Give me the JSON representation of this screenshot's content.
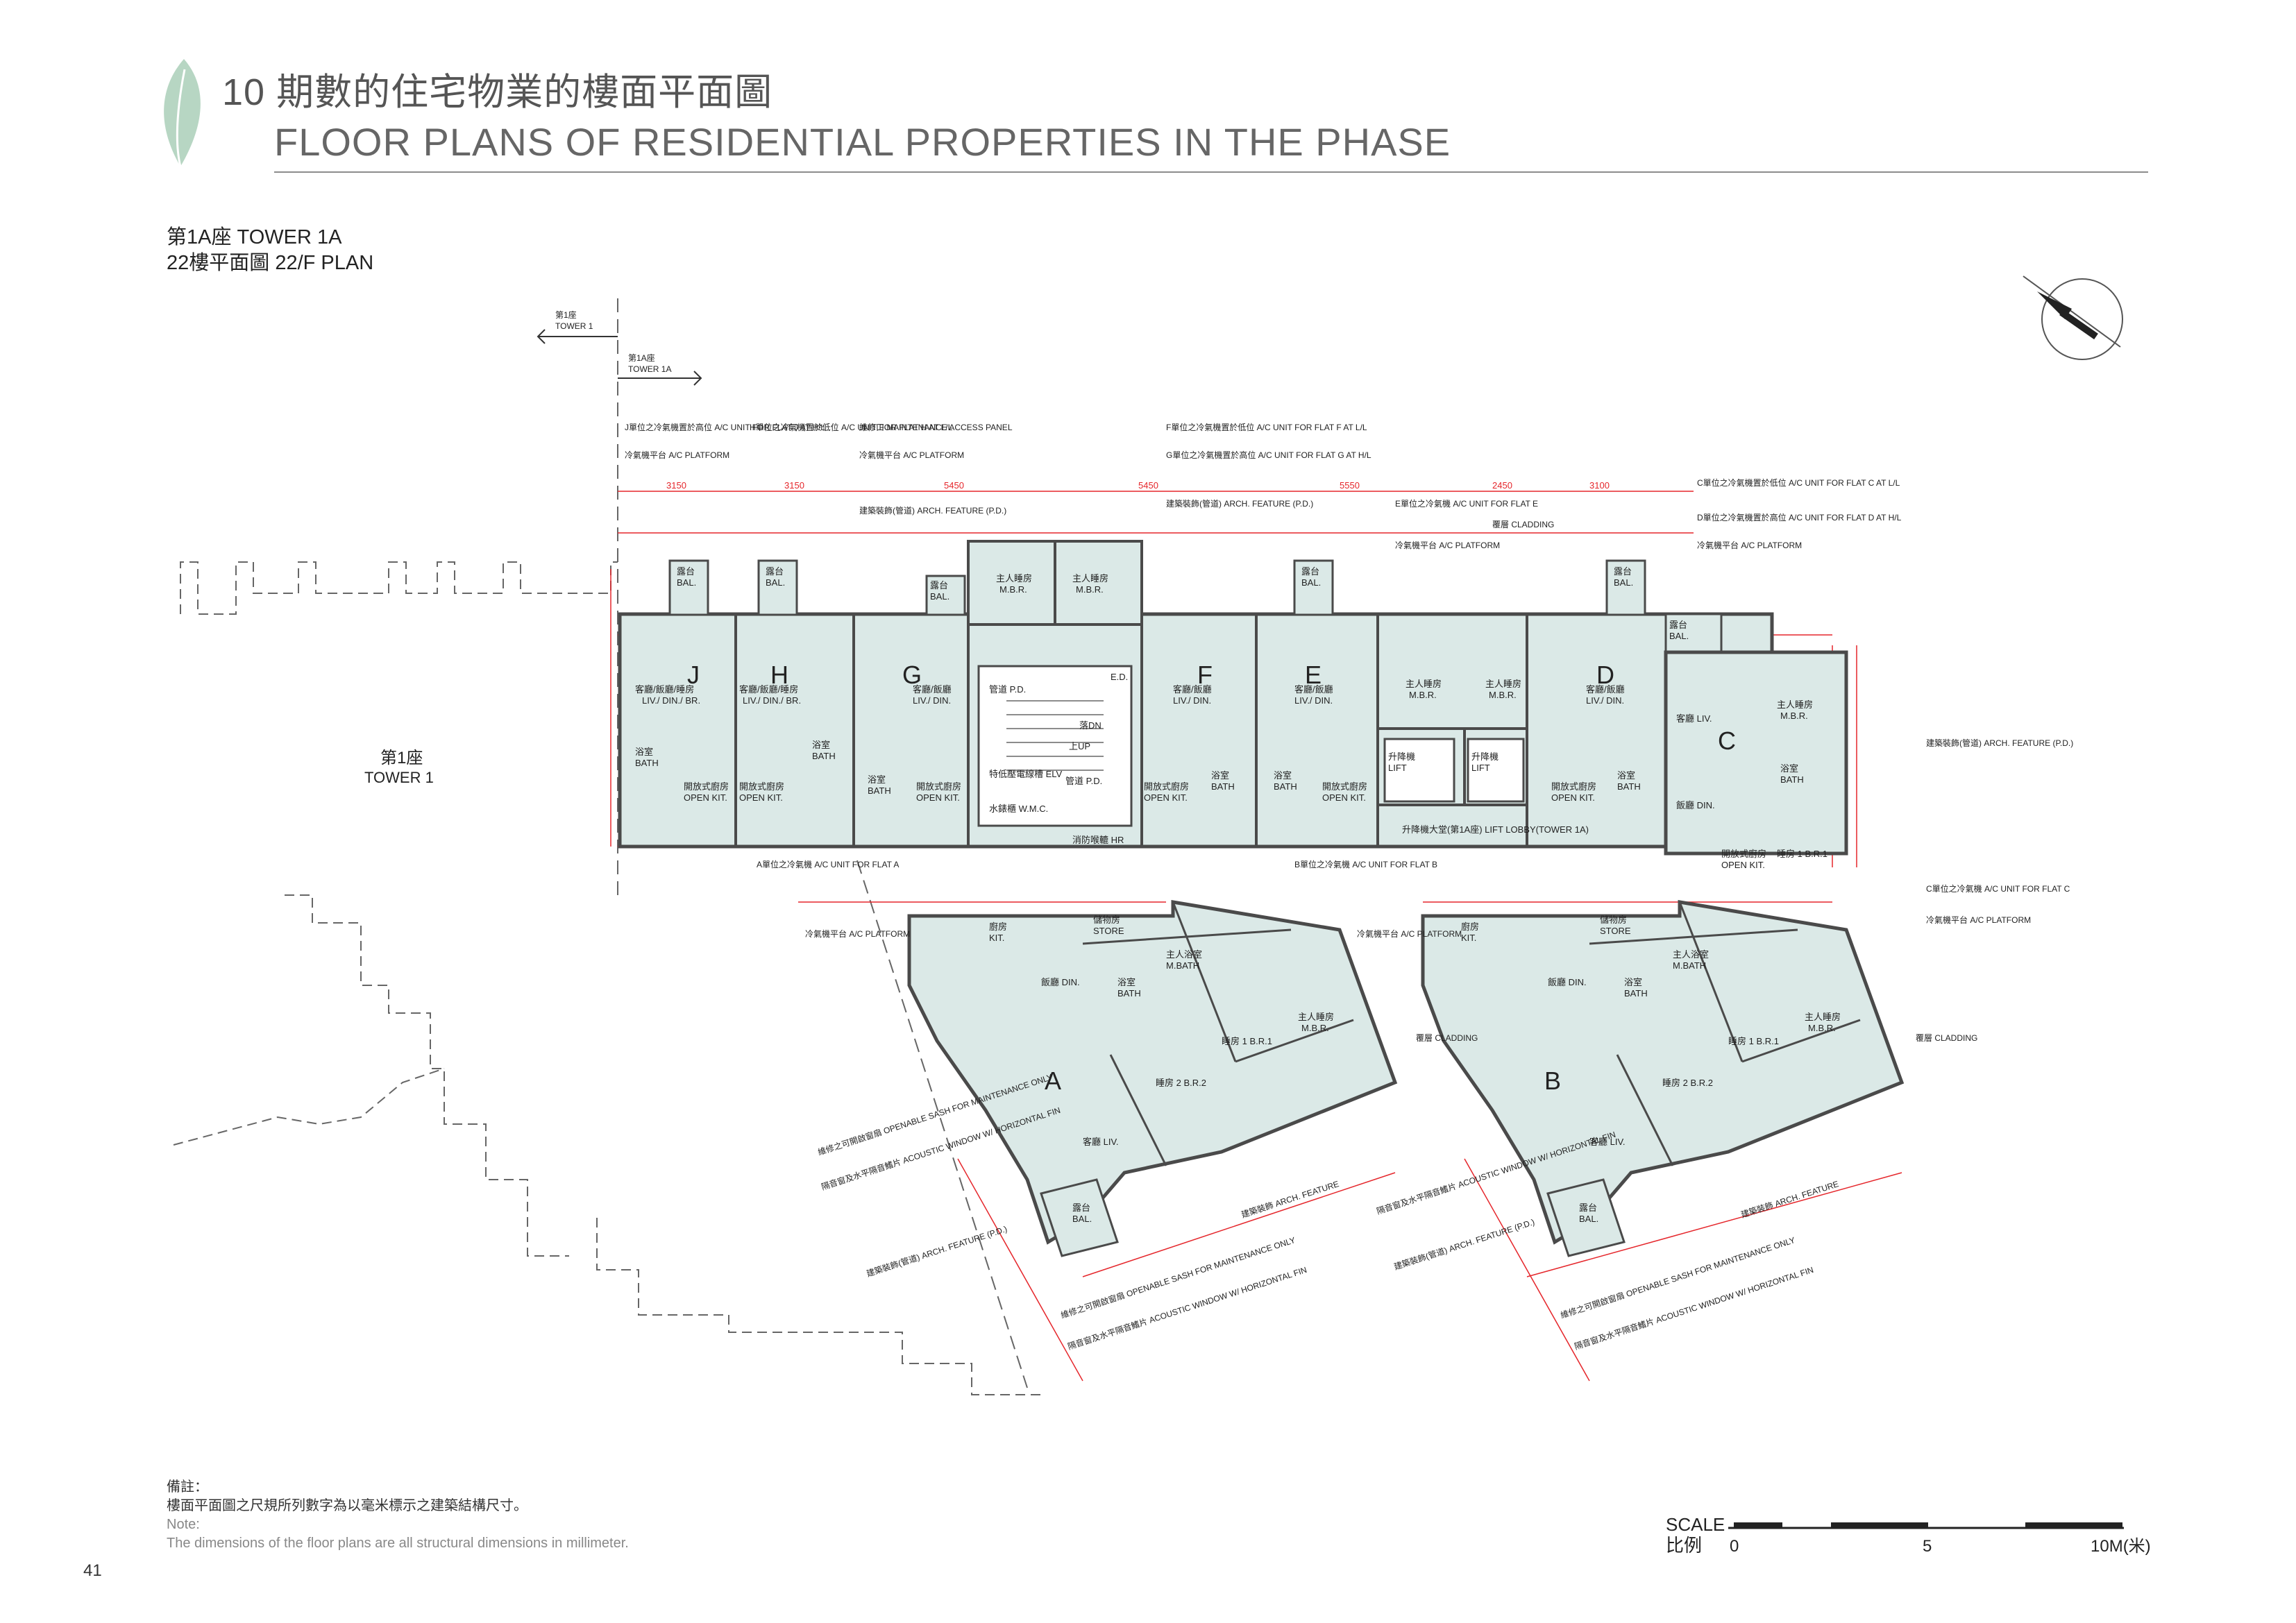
{
  "header": {
    "title_cn": "10 期數的住宅物業的樓面平面圖",
    "title_en": "FLOOR PLANS OF RESIDENTIAL PROPERTIES IN THE PHASE"
  },
  "subtitle": {
    "tower": "第1A座 TOWER 1A",
    "floor": "22樓平面圖 22/F PLAN"
  },
  "plan": {
    "tower1_label_cn": "第1座",
    "tower1_label_en": "TOWER 1",
    "tower1_arrow_cn": "第1座",
    "tower1_arrow_en": "TOWER 1",
    "tower1a_arrow_cn": "第1A座",
    "tower1a_arrow_en": "TOWER 1A",
    "flats": [
      "J",
      "H",
      "G",
      "F",
      "E",
      "D",
      "C",
      "A",
      "B"
    ],
    "room_labels": {
      "liv_din_br_cn": "客廳/飯廳/睡房",
      "liv_din_br_en": "LIV./ DIN./ BR.",
      "liv_din_cn": "客廳/飯廳",
      "liv_din_en": "LIV./ DIN.",
      "open_kit_cn": "開放式廚房",
      "open_kit_en": "OPEN KIT.",
      "bath_cn": "浴室",
      "bath_en": "BATH",
      "bal_cn": "露台",
      "bal_en": "BAL.",
      "mbr_cn": "主人睡房",
      "mbr_en": "M.B.R.",
      "mbath_cn": "主人浴室",
      "mbath_en": "M.BATH",
      "lift_cn": "升降機",
      "lift_en": "LIFT",
      "lift_lobby": "升降機大堂(第1A座) LIFT LOBBY(TOWER 1A)",
      "kit_cn": "廚房",
      "kit_en": "KIT.",
      "store_cn": "儲物房",
      "store_en": "STORE",
      "br1": "睡房 1 B.R.1",
      "br2": "睡房 2 B.R.2",
      "liv": "客廳 LIV.",
      "din": "飯廳 DIN.",
      "elv": "特低壓電線槽 ELV",
      "wmc": "水錶櫃 W.M.C.",
      "pd": "管道 P.D.",
      "hr": "消防喉轆 HR",
      "dn": "落DN",
      "up": "上UP",
      "ed": "E.D."
    },
    "annotations": {
      "ac_unit_j": "J單位之冷氣機置於高位 A/C UNIT FOR FLAT J AT H/L",
      "ac_platform": "冷氣機平台 A/C PLATFORM",
      "ac_unit_h": "H單位之冷氣機置於低位 A/C UNIT FOR FLAT H AT L/L",
      "maintenance": "維修口 MAINTENANCE ACCESS PANEL",
      "ac_unit_f": "F單位之冷氣機置於低位 A/C UNIT FOR FLAT F AT L/L",
      "ac_unit_g": "G單位之冷氣機置於高位 A/C UNIT FOR FLAT G AT H/L",
      "arch_feature": "建築裝飾(管道) ARCH. FEATURE (P.D.)",
      "ac_unit_e": "E單位之冷氣機 A/C UNIT FOR FLAT E",
      "cladding": "覆層 CLADDING",
      "ac_unit_c_ll": "C單位之冷氣機置於低位 A/C UNIT FOR FLAT C AT L/L",
      "ac_unit_d_hl": "D單位之冷氣機置於高位 A/C UNIT FOR FLAT D AT H/L",
      "ac_unit_a": "A單位之冷氣機 A/C UNIT FOR FLAT A",
      "ac_unit_b": "B單位之冷氣機 A/C UNIT FOR FLAT B",
      "ac_unit_c": "C單位之冷氣機 A/C UNIT FOR FLAT C",
      "openable_sash": "維修之可開啟窗扇 OPENABLE SASH FOR MAINTENANCE ONLY",
      "acoustic_window": "隔音窗及水平隔音鰭片 ACOUSTIC WINDOW W/ HORIZONTAL FIN",
      "arch_feature_short": "建築裝飾 ARCH. FEATURE"
    },
    "dims_top": [
      "3150",
      "3150",
      "5450",
      "5450",
      "5550",
      "2450",
      "3100"
    ]
  },
  "notes": {
    "label_cn": "備註：",
    "text_cn": "樓面平面圖之尺規所列數字為以毫米標示之建築結構尺寸。",
    "label_en": "Note:",
    "text_en": "The dimensions of the floor plans are all structural dimensions in millimeter."
  },
  "scale": {
    "label_en": "SCALE",
    "label_cn": "比例",
    "tick_0": "0",
    "tick_5": "5",
    "tick_10": "10M(米)"
  },
  "page_number": "41",
  "colors": {
    "room_fill": "#dbe9e7",
    "wall": "#4a4a4a",
    "dimension": "#e5262b",
    "leaf": "#b7d6c3"
  }
}
